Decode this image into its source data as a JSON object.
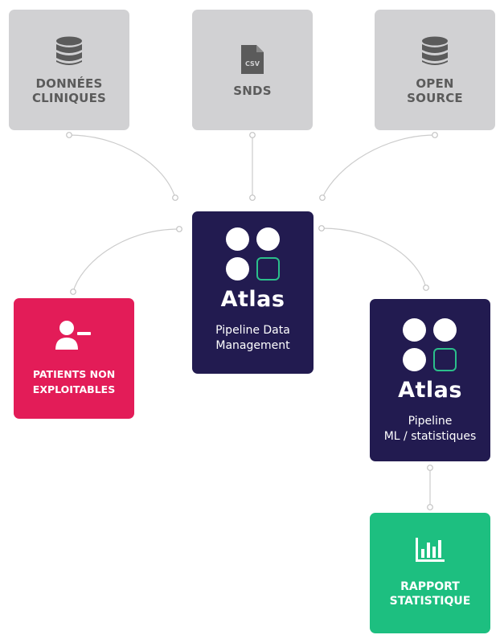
{
  "sources": [
    {
      "label": "DONNÉES CLINIQUES",
      "line1": "DONNÉES",
      "line2": "CLINIQUES",
      "icon": "database-icon"
    },
    {
      "label": "SNDS",
      "line1": "SNDS",
      "icon": "csv-file-icon",
      "icon_text": "CSV"
    },
    {
      "label": "OPEN SOURCE",
      "line1": "OPEN",
      "line2": "SOURCE",
      "icon": "database-icon"
    }
  ],
  "atlas_main": {
    "title": "Atlas",
    "sub1": "Pipeline Data",
    "sub2": "Management"
  },
  "atlas_ml": {
    "title": "Atlas",
    "sub1": "Pipeline",
    "sub2": "ML / statistiques"
  },
  "patients": {
    "line1": "PATIENTS NON",
    "line2": "EXPLOITABLES",
    "icon": "user-minus-icon"
  },
  "rapport": {
    "line1": "RAPPORT",
    "line2": "STATISTIQUE",
    "icon": "bar-chart-icon"
  },
  "colors": {
    "source_bg": "#d1d1d3",
    "atlas_bg": "#221b50",
    "accent_green": "#2bbf8b",
    "patients_bg": "#e31c58",
    "rapport_bg": "#1dbf80",
    "connector": "#c9c9c9"
  }
}
